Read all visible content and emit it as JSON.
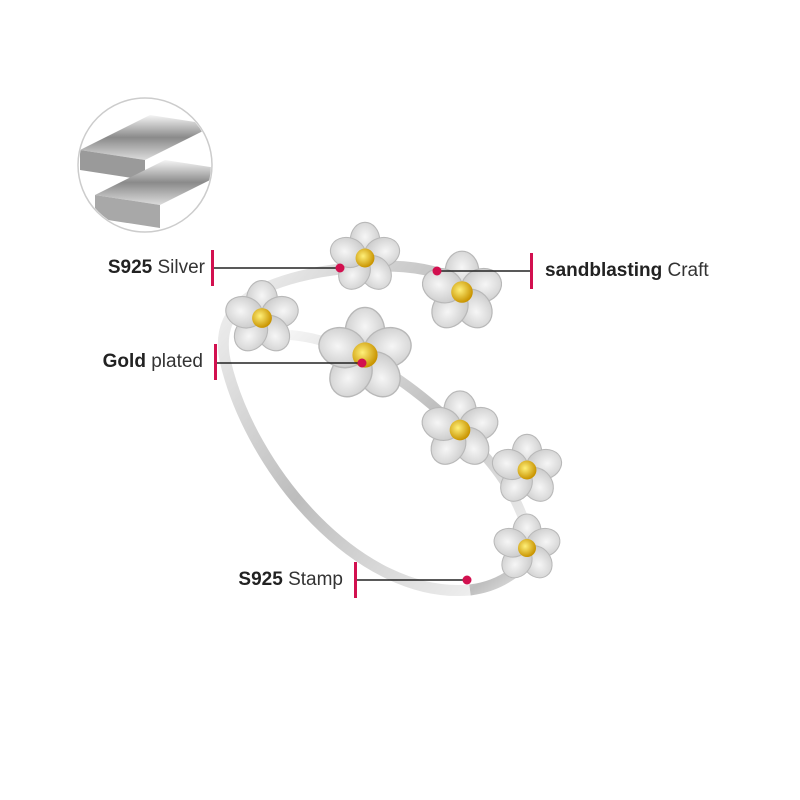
{
  "annotations": [
    {
      "bold": "S925",
      "text": "Silver"
    },
    {
      "bold": "sandblasting",
      "text": "Craft"
    },
    {
      "bold": "Gold",
      "text": "plated"
    },
    {
      "bold": "S925",
      "text": "Stamp"
    }
  ],
  "colors": {
    "accent": "#d2104f",
    "leader_line": "#222222",
    "silver": "#d9d9d9",
    "gold": "#e8b400"
  }
}
